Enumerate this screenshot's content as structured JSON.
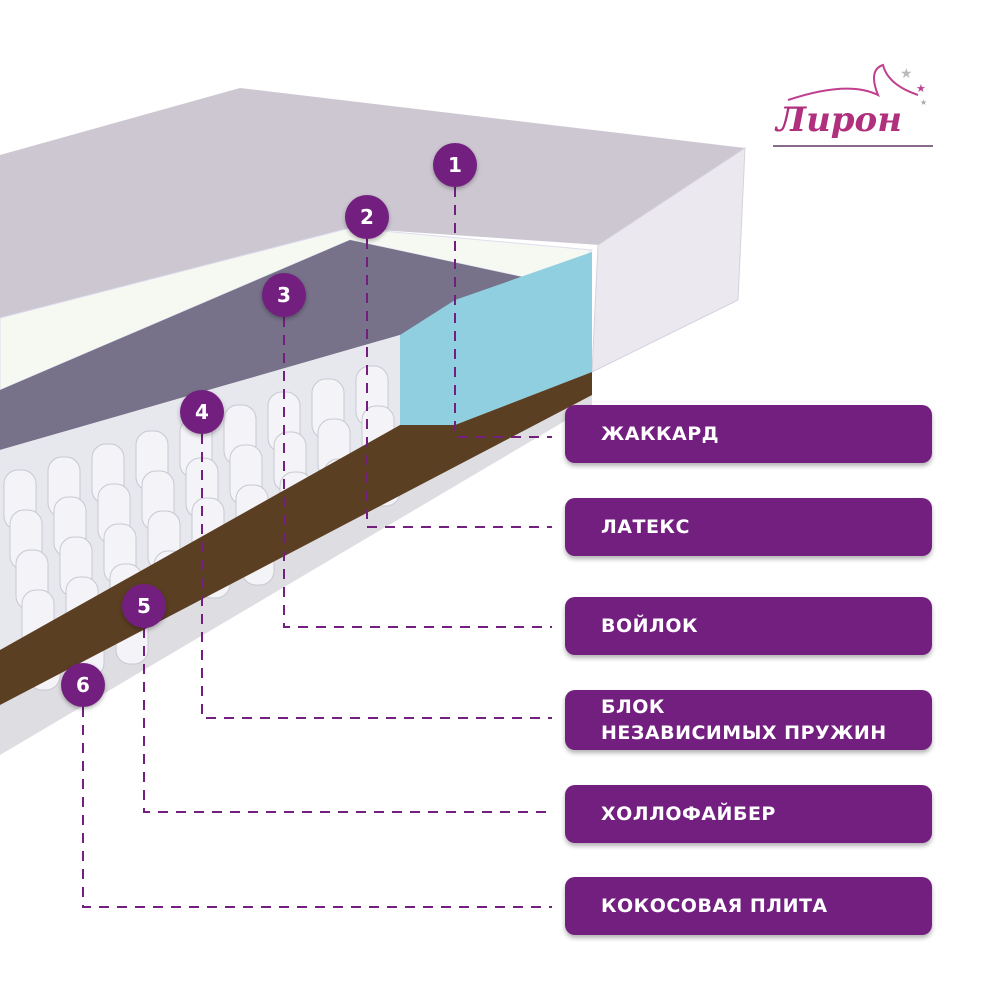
{
  "brand": {
    "logo_text": "Лирон"
  },
  "layers": [
    {
      "number": "1",
      "label": "ЖАККАРД"
    },
    {
      "number": "2",
      "label": "ЛАТЕКС"
    },
    {
      "number": "3",
      "label": "ВОЙЛОК"
    },
    {
      "number": "4",
      "label": "БЛОК\nНЕЗАВИСИМЫХ ПРУЖИН"
    },
    {
      "number": "5",
      "label": "ХОЛЛОФАЙБЕР"
    },
    {
      "number": "6",
      "label": "КОКОСОВАЯ ПЛИТА"
    }
  ],
  "colors": {
    "accent": "#731f80",
    "logo": "#b0307e"
  }
}
